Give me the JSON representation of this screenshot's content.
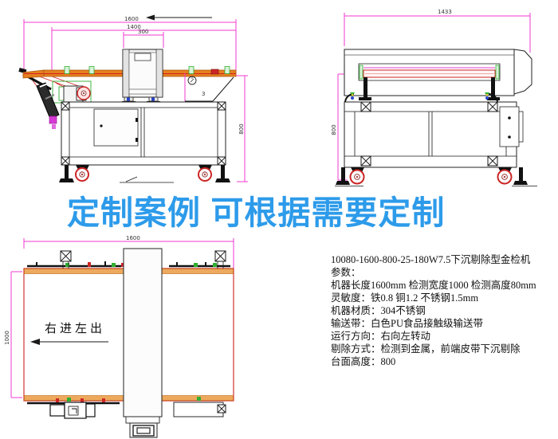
{
  "title": {
    "text": "定制案例 可根据需要定制"
  },
  "side_view": {
    "dim_total": "1600",
    "dim_inner": "1400",
    "dim_detector": "300",
    "dim_height": "800",
    "part_label": "3"
  },
  "end_view": {
    "dim_width": "1433",
    "dim_height": "800"
  },
  "top_view": {
    "dim_length": "1600",
    "dim_width": "1000",
    "flow_text": "右进左出"
  },
  "specs": {
    "lines": [
      "10080-1600-800-25-180W7.5下沉剔除型金检机",
      "参数：",
      "机器长度1600mm 检测宽度1000 检测高度80mm",
      "灵敏度：铁0.8 铜1.2 不锈钢1.5mm",
      "机器材质：304不锈钢",
      "输送带：白色PU食品接触级输送带",
      "运行方向：右向左转动",
      "剔除方式：检测到金属，前端皮带下沉剔除",
      "台面高度：800"
    ]
  },
  "colors": {
    "accent_blue": "#2d9bea",
    "dimension_magenta": "#f23ad0",
    "belt_orange": "#e5801e",
    "wheel_red": "#cc2626",
    "bracket_green": "#2faf2f"
  }
}
